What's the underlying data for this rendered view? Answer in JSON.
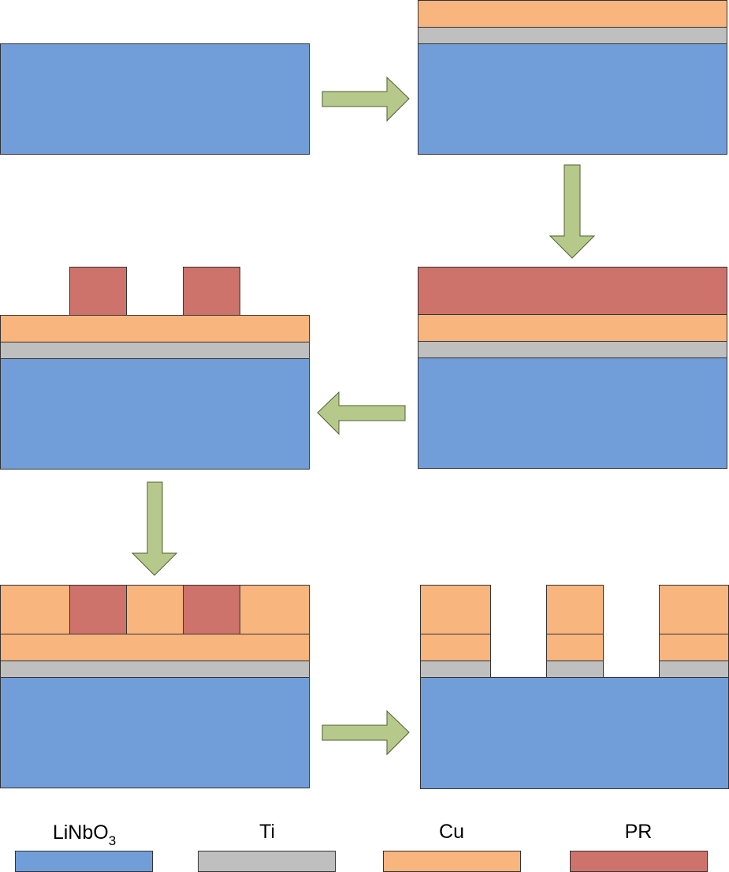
{
  "colors": {
    "linbo3": "#719ed9",
    "ti": "#bfbfbf",
    "cu": "#f8b57e",
    "pr": "#cd736b",
    "arrow": "#b6c98a"
  },
  "legend": {
    "linbo3": {
      "main": "LiNbO",
      "sub": "3"
    },
    "ti": "Ti",
    "cu": "Cu",
    "pr": "PR"
  }
}
